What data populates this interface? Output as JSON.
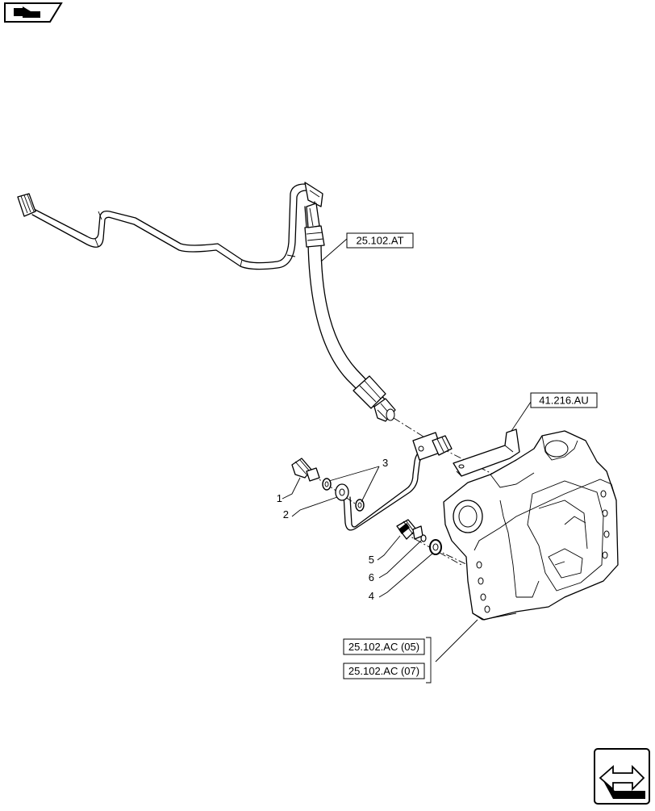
{
  "references": {
    "hose": "25.102.AT",
    "bracket": "41.216.AU",
    "housing_a": "25.102.AC (05)",
    "housing_b": "25.102.AC (07)"
  },
  "callouts": {
    "c1": "1",
    "c2": "2",
    "c3": "3",
    "c4": "4",
    "c5": "5",
    "c6": "6"
  },
  "icons": {
    "top_left": "arrow-right-to-box-icon",
    "bottom_right": "next-page-arrow-icon"
  }
}
